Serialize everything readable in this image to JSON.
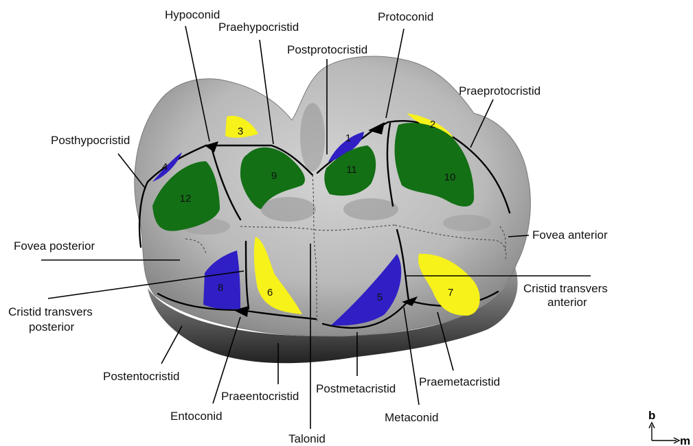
{
  "labels": {
    "hypoconid": "Hypoconid",
    "praehypocristid": "Praehypocristid",
    "postprotocristid": "Postprotocristid",
    "protoconid": "Protoconid",
    "praeprotocristid": "Praeprotocristid",
    "posthypocristid": "Posthypocristid",
    "fovea_posterior": "Fovea posterior",
    "fovea_anterior": "Fovea anterior",
    "cristid_transvers_anterior_1": "Cristid transvers",
    "cristid_transvers_anterior_2": "anterior",
    "cristid_transvers_posterior_1": "Cristid transvers",
    "cristid_transvers_posterior_2": "posterior",
    "postentocristid": "Postentocristid",
    "praeentocristid": "Praeentocristid",
    "entoconid": "Entoconid",
    "postmetacristid": "Postmetacristid",
    "praemetacristid": "Praemetacristid",
    "metaconid": "Metaconid",
    "talonid": "Talonid"
  },
  "regions": [
    {
      "id": "1",
      "color": "#2f1fc4"
    },
    {
      "id": "2",
      "color": "#f7f21a"
    },
    {
      "id": "3",
      "color": "#f7f21a"
    },
    {
      "id": "4",
      "color": "#2f1fc4"
    },
    {
      "id": "5",
      "color": "#2f1fc4"
    },
    {
      "id": "6",
      "color": "#f7f21a"
    },
    {
      "id": "7",
      "color": "#f7f21a"
    },
    {
      "id": "8",
      "color": "#2f1fc4"
    },
    {
      "id": "9",
      "color": "#137015"
    },
    {
      "id": "10",
      "color": "#137015"
    },
    {
      "id": "11",
      "color": "#137015"
    },
    {
      "id": "12",
      "color": "#137015"
    }
  ],
  "axis_labels": {
    "buccal": "b",
    "mesial": "m"
  }
}
